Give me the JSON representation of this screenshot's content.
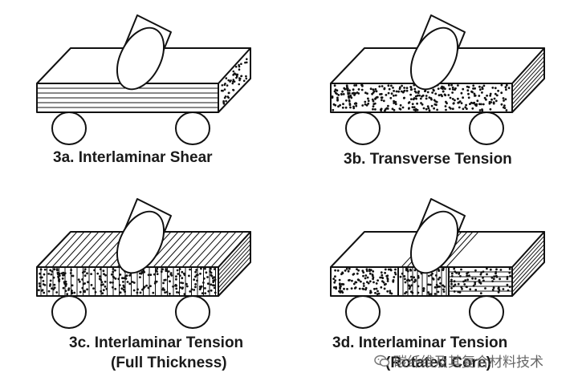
{
  "panels": [
    {
      "id": "a",
      "caption": "3a. Interlaminar Shear"
    },
    {
      "id": "b",
      "caption": "3b. Transverse Tension"
    },
    {
      "id": "c",
      "caption": "3c. Interlaminar Tension",
      "subcaption": "(Full Thickness)"
    },
    {
      "id": "d",
      "caption": "3d. Interlaminar Tension",
      "subcaption": "(Rotated Core)"
    }
  ],
  "watermark": {
    "text": "碳纤维及其复合材料技术",
    "icon": "wechat-icon"
  },
  "colors": {
    "stroke": "#111111",
    "fill": "#ffffff",
    "text": "#1a1a1a"
  }
}
